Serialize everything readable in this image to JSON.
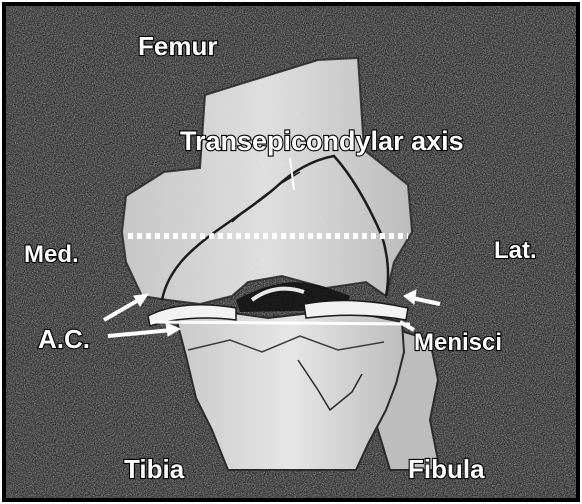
{
  "labels": {
    "femur": "Femur",
    "axis": "Transepicondylar axis",
    "medial": "Med.",
    "lateral": "Lat.",
    "ac": "A.C.",
    "menisci": "Menisci",
    "tibia": "Tibia",
    "fibula": "Fibula"
  }
}
